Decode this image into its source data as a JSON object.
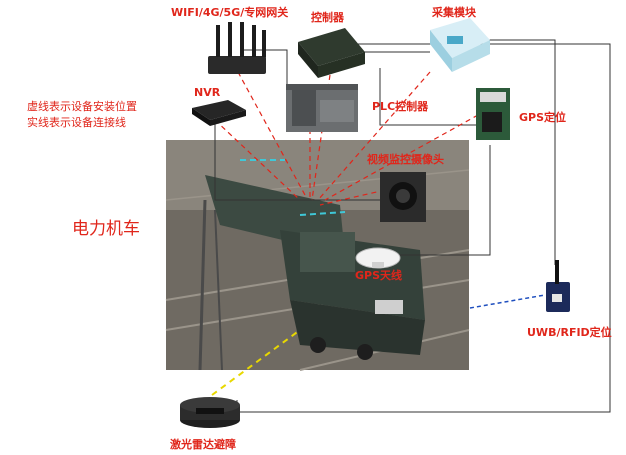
{
  "labels": {
    "gateway": "WIFI/4G/5G/专网网关",
    "controller": "控制器",
    "acquisition": "采集模块",
    "nvr": "NVR",
    "plc": "PLC控制器",
    "gps": "GPS定位",
    "camera": "视频监控摄像头",
    "gps_antenna": "GPS天线",
    "uwb": "UWB/RFID定位",
    "lidar": "激光雷达避障",
    "locomotive": "电力机车"
  },
  "legend": {
    "dashed": "虚线表示设备安装位置",
    "solid": "实线表示设备连接线"
  },
  "colors": {
    "accent": "#e0261b",
    "install_line": "#e0261b",
    "connect_line": "#333333",
    "wireless_line": "#1f4fbf",
    "lidar_line": "#e8d800",
    "cyan_dash": "#3fc8d8"
  }
}
